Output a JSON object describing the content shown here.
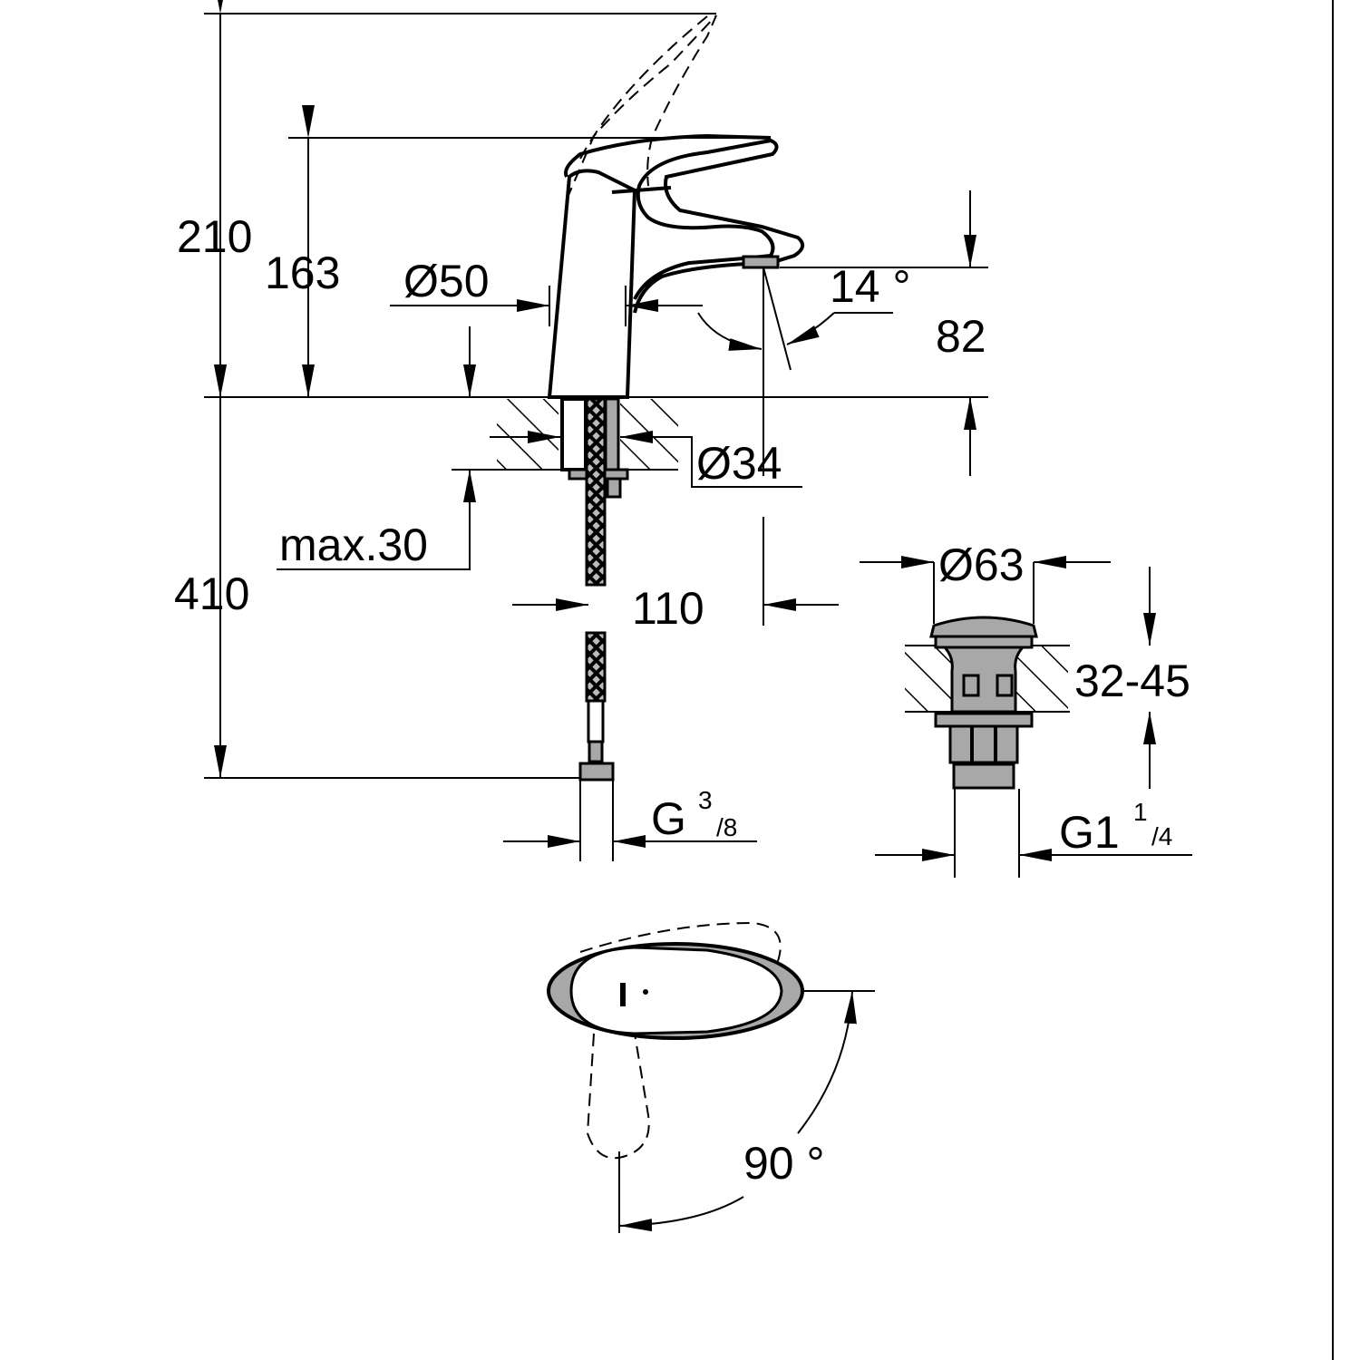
{
  "drawing": {
    "title": "Single-lever basin mixer dimension drawing",
    "dimensions": {
      "total_height": "210",
      "spout_height": "163",
      "body_diameter": "Ø50",
      "spout_angle": "14 °",
      "spout_clearance": "82",
      "hole_diameter": "Ø34",
      "max_thickness": "max.30",
      "hose_length": "410",
      "projection": "110",
      "waste_diameter": "Ø63",
      "waste_range": "32-45",
      "hose_thread_main": "G",
      "hose_thread_num": "3",
      "hose_thread_den": "/8",
      "waste_thread_main": "G1",
      "waste_thread_num": "1",
      "waste_thread_den": "/4",
      "lever_rotation": "90 °"
    }
  }
}
